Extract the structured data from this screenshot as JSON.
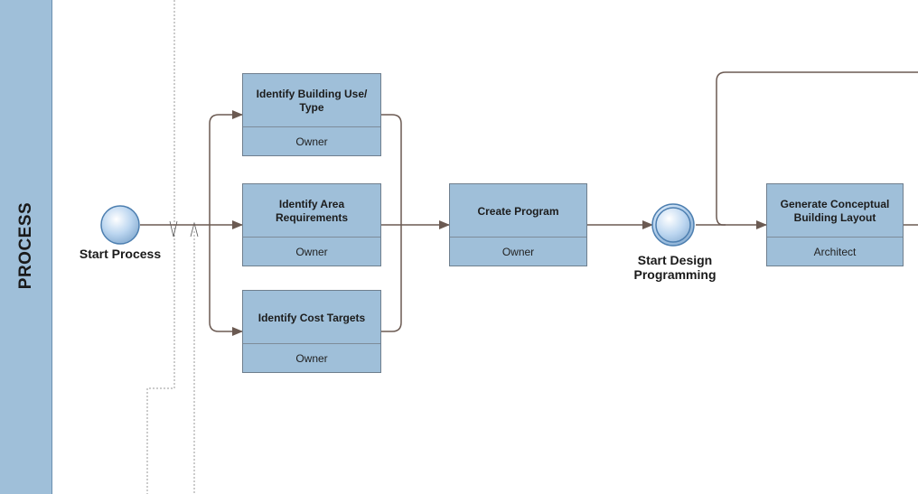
{
  "lane": {
    "label": "PROCESS"
  },
  "events": {
    "start": {
      "label": "Start Process"
    },
    "start_design": {
      "label": "Start Design\nProgramming"
    }
  },
  "tasks": [
    {
      "title": "Identify Building Use/\nType",
      "role": "Owner"
    },
    {
      "title": "Identify Area\nRequirements",
      "role": "Owner"
    },
    {
      "title": "Identify Cost Targets",
      "role": "Owner"
    },
    {
      "title": "Create Program",
      "role": "Owner"
    },
    {
      "title": "Generate Conceptual\nBuilding Layout",
      "role": "Architect"
    }
  ],
  "colors": {
    "task_fill": "#9fbfd9",
    "lane_fill": "#9fbfd9",
    "flow_line": "#6b5a52",
    "event_fill": "#bcd6f0"
  }
}
